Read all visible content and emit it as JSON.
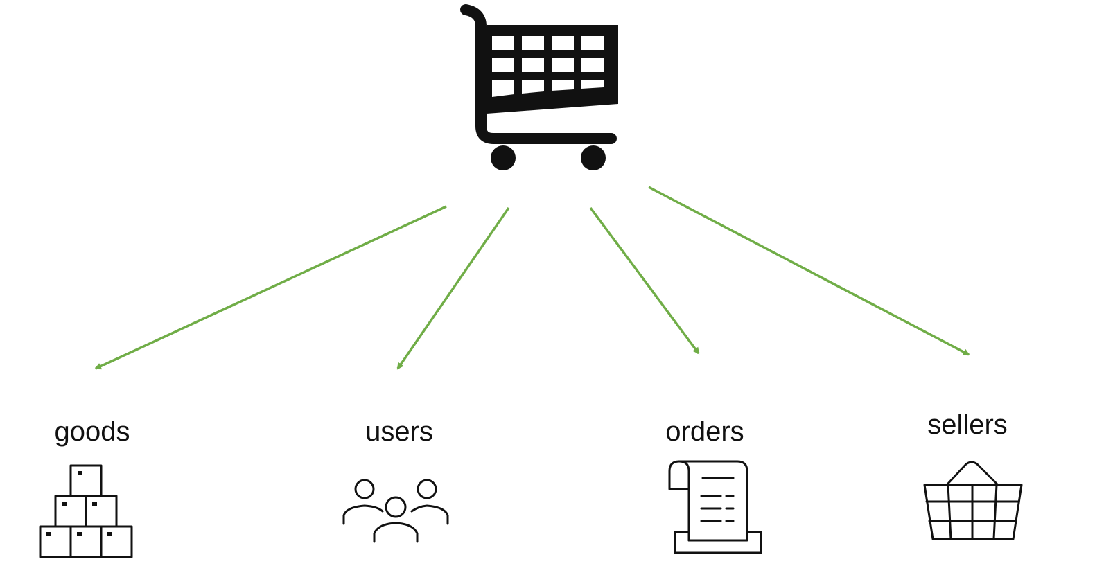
{
  "colors": {
    "arrow": "#70ad47",
    "icon": "#111111"
  },
  "root": {
    "icon": "shopping-cart-icon"
  },
  "nodes": [
    {
      "id": "goods",
      "label": "goods",
      "icon": "stacked-boxes-icon"
    },
    {
      "id": "users",
      "label": "users",
      "icon": "people-group-icon"
    },
    {
      "id": "orders",
      "label": "orders",
      "icon": "receipt-scroll-icon"
    },
    {
      "id": "sellers",
      "label": "sellers",
      "icon": "shopping-basket-icon"
    }
  ],
  "edges": [
    {
      "from": "root",
      "to": "goods"
    },
    {
      "from": "root",
      "to": "users"
    },
    {
      "from": "root",
      "to": "orders"
    },
    {
      "from": "root",
      "to": "sellers"
    }
  ]
}
